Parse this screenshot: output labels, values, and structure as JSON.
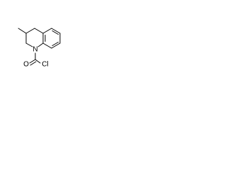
{
  "structure": {
    "atoms": {
      "nitrogen": "N",
      "oxygen": "O",
      "chlorine": "Cl"
    },
    "colors": {
      "background": "#ffffff",
      "ink": "#000000"
    }
  }
}
